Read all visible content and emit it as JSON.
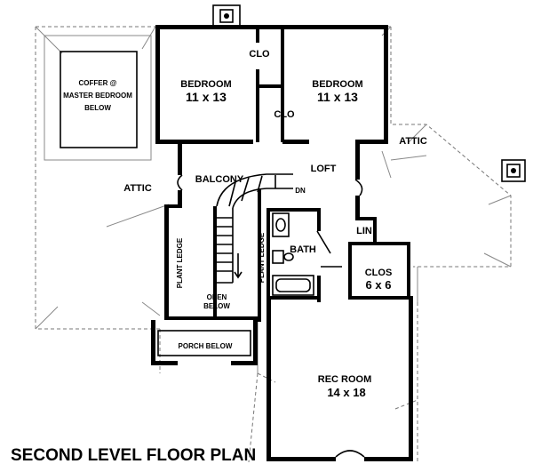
{
  "title": "SECOND LEVEL FLOOR PLAN",
  "rooms": {
    "bedroom_left": {
      "name": "BEDROOM",
      "size": "11 x 13"
    },
    "bedroom_right": {
      "name": "BEDROOM",
      "size": "11 x 13"
    },
    "clo_top": "CLO",
    "clo_mid": "CLO",
    "coffer_line1": "COFFER @",
    "coffer_line2": "MASTER BEDROOM",
    "coffer_line3": "BELOW",
    "attic_left": "ATTIC",
    "attic_right": "ATTIC",
    "balcony": "BALCONY",
    "loft": "LOFT",
    "dn": "DN",
    "bath": "BATH",
    "lin": "LIN",
    "clos": {
      "name": "CLOS",
      "size": "6 x 6"
    },
    "plant_ledge_left": "PLANT LEDGE",
    "plant_ledge_right": "PLANT LEDGE",
    "open_below_line1": "OPEN",
    "open_below_line2": "BELOW",
    "porch_below": "PORCH BELOW",
    "rec_room": {
      "name": "REC ROOM",
      "size": "14 x 18"
    }
  }
}
